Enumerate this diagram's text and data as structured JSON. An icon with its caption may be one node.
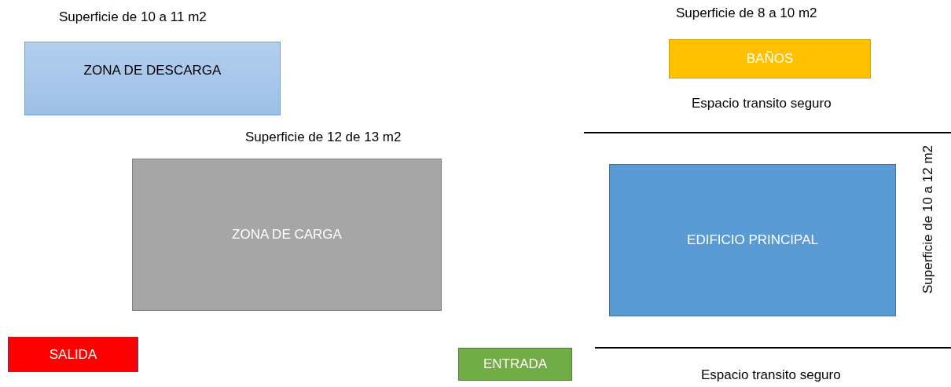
{
  "diagram": {
    "nodes": [
      {
        "text": [
          "ZONA DE DESCARGA"
        ],
        "beside": [
          "Superficie de 10 a 11 m2"
        ]
      },
      {
        "text": [
          "BAÑOS"
        ],
        "beside": [
          "Superficie de 8 a 10 m2"
        ]
      },
      {
        "text": [
          "ZONA DE CARGA"
        ],
        "beside": [
          "Superficie de 12 de 13 m2"
        ]
      },
      {
        "text": [
          "EDIFICIO PRINCIPAL"
        ],
        "beside": [
          "Superficie de 10 a 12 m2"
        ]
      },
      {
        "text": [
          "SALIDA"
        ]
      },
      {
        "text": [
          "ENTRADA"
        ]
      }
    ],
    "labels": [
      "Espacio transito seguro",
      "Espacio transito seguro"
    ]
  }
}
